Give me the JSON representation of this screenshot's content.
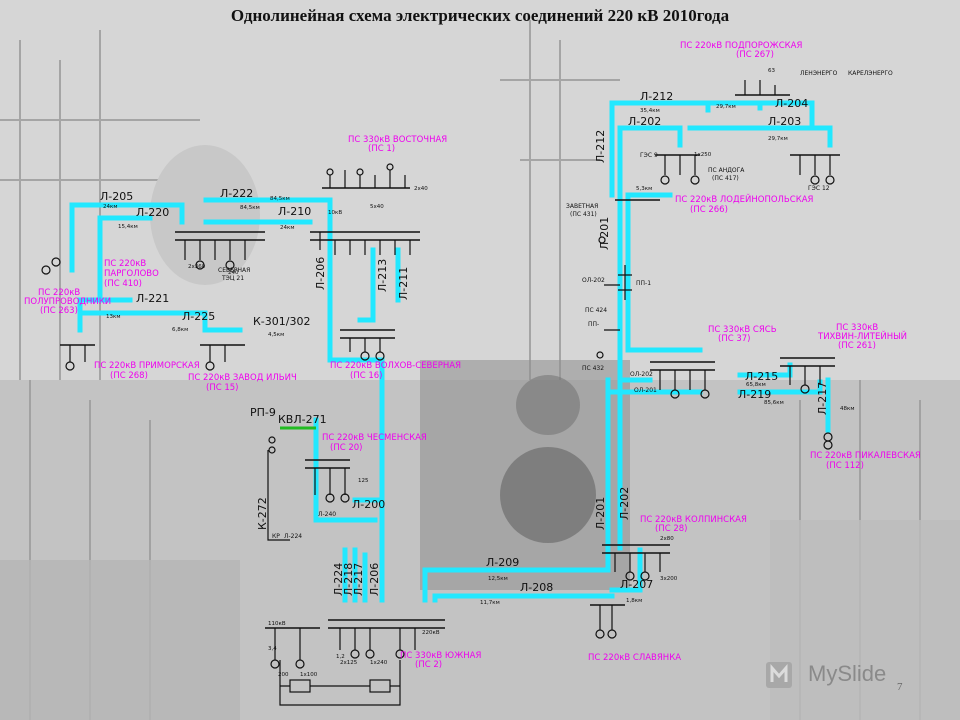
{
  "title": "Однолинейная схема электрических  соединений 220 кВ 2010года",
  "page_number": "7",
  "watermark": "MySlide",
  "colors": {
    "line": "#22e8ff",
    "station": "#ee00ee",
    "wire": "#111111",
    "link": "#22bb22"
  },
  "stations": [
    {
      "id": "podporozhskaya",
      "lines": [
        "ПС 220кВ ПОДПОРОЖСКАЯ",
        "(ПС 267)"
      ]
    },
    {
      "id": "vostochnaya",
      "lines": [
        "ПС 330кВ ВОСТОЧНАЯ",
        "(ПС 1)"
      ]
    },
    {
      "id": "lodeynopolskaya",
      "lines": [
        "ПС 220кВ ЛОДЕЙНОПОЛЬСКАЯ",
        "(ПС 266)"
      ]
    },
    {
      "id": "pargolovo",
      "lines": [
        "ПС 220кВ",
        "ПАРГОЛОВО",
        "(ПС 410)"
      ]
    },
    {
      "id": "poluprovodniki",
      "lines": [
        "ПС 220кВ",
        "ПОЛУПРОВОДНИКИ",
        "(ПС 263)"
      ]
    },
    {
      "id": "primorskaya",
      "lines": [
        "ПС 220кВ ПРИМОРСКАЯ",
        "(ПС 268)"
      ]
    },
    {
      "id": "zavod-ilyich",
      "lines": [
        "ПС 220кВ ЗАВОД  ИЛЬИЧ",
        "(ПС 15)"
      ]
    },
    {
      "id": "volkhov-severnaya",
      "lines": [
        "ПС 220кВ ВОЛХОВ-СЕВЕРНАЯ",
        "(ПС 16)"
      ]
    },
    {
      "id": "chesmenskaya",
      "lines": [
        "ПС 220кВ ЧЕСМЕНСКАЯ",
        "(ПС 20)"
      ]
    },
    {
      "id": "sasko",
      "lines": [
        "ПС 330кВ СЯСЬ",
        "(ПС 37)"
      ]
    },
    {
      "id": "tikhvin",
      "lines": [
        "ПС 330кВ",
        "ТИХВИН-ЛИТЕЙНЫЙ",
        "(ПС 261)"
      ]
    },
    {
      "id": "pikalevskaya",
      "lines": [
        "ПС 220кВ ПИКАЛЕВСКАЯ",
        "(ПС 112)"
      ]
    },
    {
      "id": "kolpinskaya",
      "lines": [
        "ПС 220кВ КОЛПИНСКАЯ",
        "(ПС 28)"
      ]
    },
    {
      "id": "yuzhnaya",
      "lines": [
        "ПС 330кВ ЮЖНАЯ",
        "(ПС 2)"
      ]
    },
    {
      "id": "slavyanka",
      "lines": [
        "ПС 220кВ СЛАВЯНКА"
      ]
    }
  ],
  "line_labels": [
    {
      "id": "l212a",
      "text": "Л-212"
    },
    {
      "id": "l212b",
      "text": "Л-212"
    },
    {
      "id": "l202a",
      "text": "Л-202"
    },
    {
      "id": "l204",
      "text": "Л-204"
    },
    {
      "id": "l203",
      "text": "Л-203"
    },
    {
      "id": "l205",
      "text": "Л-205"
    },
    {
      "id": "l222",
      "text": "Л-222"
    },
    {
      "id": "l220",
      "text": "Л-220"
    },
    {
      "id": "l210",
      "text": "Л-210"
    },
    {
      "id": "l201a",
      "text": "Л-201"
    },
    {
      "id": "l206a",
      "text": "Л-206"
    },
    {
      "id": "l213",
      "text": "Л-213"
    },
    {
      "id": "l211",
      "text": "Л-211"
    },
    {
      "id": "l221",
      "text": "Л-221"
    },
    {
      "id": "l225",
      "text": "Л-225"
    },
    {
      "id": "k301",
      "text": "К-301/302"
    },
    {
      "id": "kvl271",
      "text": "КВЛ-271"
    },
    {
      "id": "rp9",
      "text": "РП-9"
    },
    {
      "id": "k272",
      "text": "К-272"
    },
    {
      "id": "l200",
      "text": "Л-200"
    },
    {
      "id": "l215",
      "text": "Л-215"
    },
    {
      "id": "l219",
      "text": "Л-219"
    },
    {
      "id": "l217",
      "text": "Л-217"
    },
    {
      "id": "l201b",
      "text": "Л-201"
    },
    {
      "id": "l202b",
      "text": "Л-202"
    },
    {
      "id": "l209",
      "text": "Л-209"
    },
    {
      "id": "l208",
      "text": "Л-208"
    },
    {
      "id": "l207",
      "text": "Л-207"
    },
    {
      "id": "l224",
      "text": "Л-224"
    },
    {
      "id": "l218",
      "text": "Л-218"
    },
    {
      "id": "l217b",
      "text": "Л-217"
    },
    {
      "id": "l206b",
      "text": "Л-206"
    }
  ],
  "small_labels": [
    {
      "id": "lenenergo",
      "text": "ЛЕНЭНЕРГО"
    },
    {
      "id": "karelenergo",
      "text": "КАРЕЛЭНЕРГО"
    },
    {
      "id": "ges9",
      "text": "ГЭС 9"
    },
    {
      "id": "ges12",
      "text": "ГЭС 12"
    },
    {
      "id": "severnaya",
      "text": "СЕВЕРНАЯ"
    },
    {
      "id": "tec21",
      "text": "ТЭЦ 21"
    },
    {
      "id": "zavetnaya",
      "text": "ЗАВЕТНАЯ"
    },
    {
      "id": "ps431",
      "text": "(ПС 431)"
    },
    {
      "id": "ps424",
      "text": "ПС 424"
    },
    {
      "id": "ps432",
      "text": "ПС 432"
    },
    {
      "id": "pp1",
      "text": "ПП-1"
    },
    {
      "id": "pp2",
      "text": "ПП-"
    },
    {
      "id": "ol202a",
      "text": "ОЛ-202"
    },
    {
      "id": "ol202b",
      "text": "ОЛ-202"
    },
    {
      "id": "ol201",
      "text": "ОЛ-201"
    },
    {
      "id": "kr",
      "text": "КР"
    },
    {
      "id": "l224s",
      "text": "Л-224"
    },
    {
      "id": "l240",
      "text": "Л-240"
    },
    {
      "id": "andoga",
      "text": "ПС АНДОГА"
    },
    {
      "id": "ps417",
      "text": "(ПС 417)"
    }
  ],
  "distance_labels": [
    {
      "id": "d1",
      "text": "35,4км"
    },
    {
      "id": "d2",
      "text": "29,7км"
    },
    {
      "id": "d3",
      "text": "29,7км"
    },
    {
      "id": "d4",
      "text": "24км"
    },
    {
      "id": "d5",
      "text": "15,4км"
    },
    {
      "id": "d6",
      "text": "84,5км"
    },
    {
      "id": "d7",
      "text": "84,5км"
    },
    {
      "id": "d8",
      "text": "24км"
    },
    {
      "id": "d9",
      "text": "13км"
    },
    {
      "id": "d10",
      "text": "6,8км"
    },
    {
      "id": "d11",
      "text": "4,5км"
    },
    {
      "id": "d12",
      "text": "5,3км"
    },
    {
      "id": "d13",
      "text": "12,5км"
    },
    {
      "id": "d14",
      "text": "11,7км"
    },
    {
      "id": "d15",
      "text": "1,8км"
    },
    {
      "id": "d16",
      "text": "65,8км"
    },
    {
      "id": "d17",
      "text": "85,6км"
    },
    {
      "id": "d18",
      "text": "48км"
    }
  ],
  "equipment_labels": [
    {
      "id": "e1",
      "text": "2х40"
    },
    {
      "id": "e2",
      "text": "63"
    },
    {
      "id": "e3",
      "text": "240"
    },
    {
      "id": "e4",
      "text": "125"
    },
    {
      "id": "e5",
      "text": "200"
    },
    {
      "id": "e6",
      "text": "110кВ"
    },
    {
      "id": "e7",
      "text": "220кВ"
    },
    {
      "id": "e8",
      "text": "10кВ"
    },
    {
      "id": "e9",
      "text": "1,2"
    },
    {
      "id": "e10",
      "text": "3,4"
    },
    {
      "id": "e11",
      "text": "2х80"
    },
    {
      "id": "e12",
      "text": "5х40"
    },
    {
      "id": "e13",
      "text": "1х240"
    },
    {
      "id": "e14",
      "text": "1х250"
    },
    {
      "id": "e15",
      "text": "2х360"
    },
    {
      "id": "e16",
      "text": "2х125"
    },
    {
      "id": "e17",
      "text": "1х100"
    },
    {
      "id": "e18",
      "text": "3х200"
    }
  ]
}
